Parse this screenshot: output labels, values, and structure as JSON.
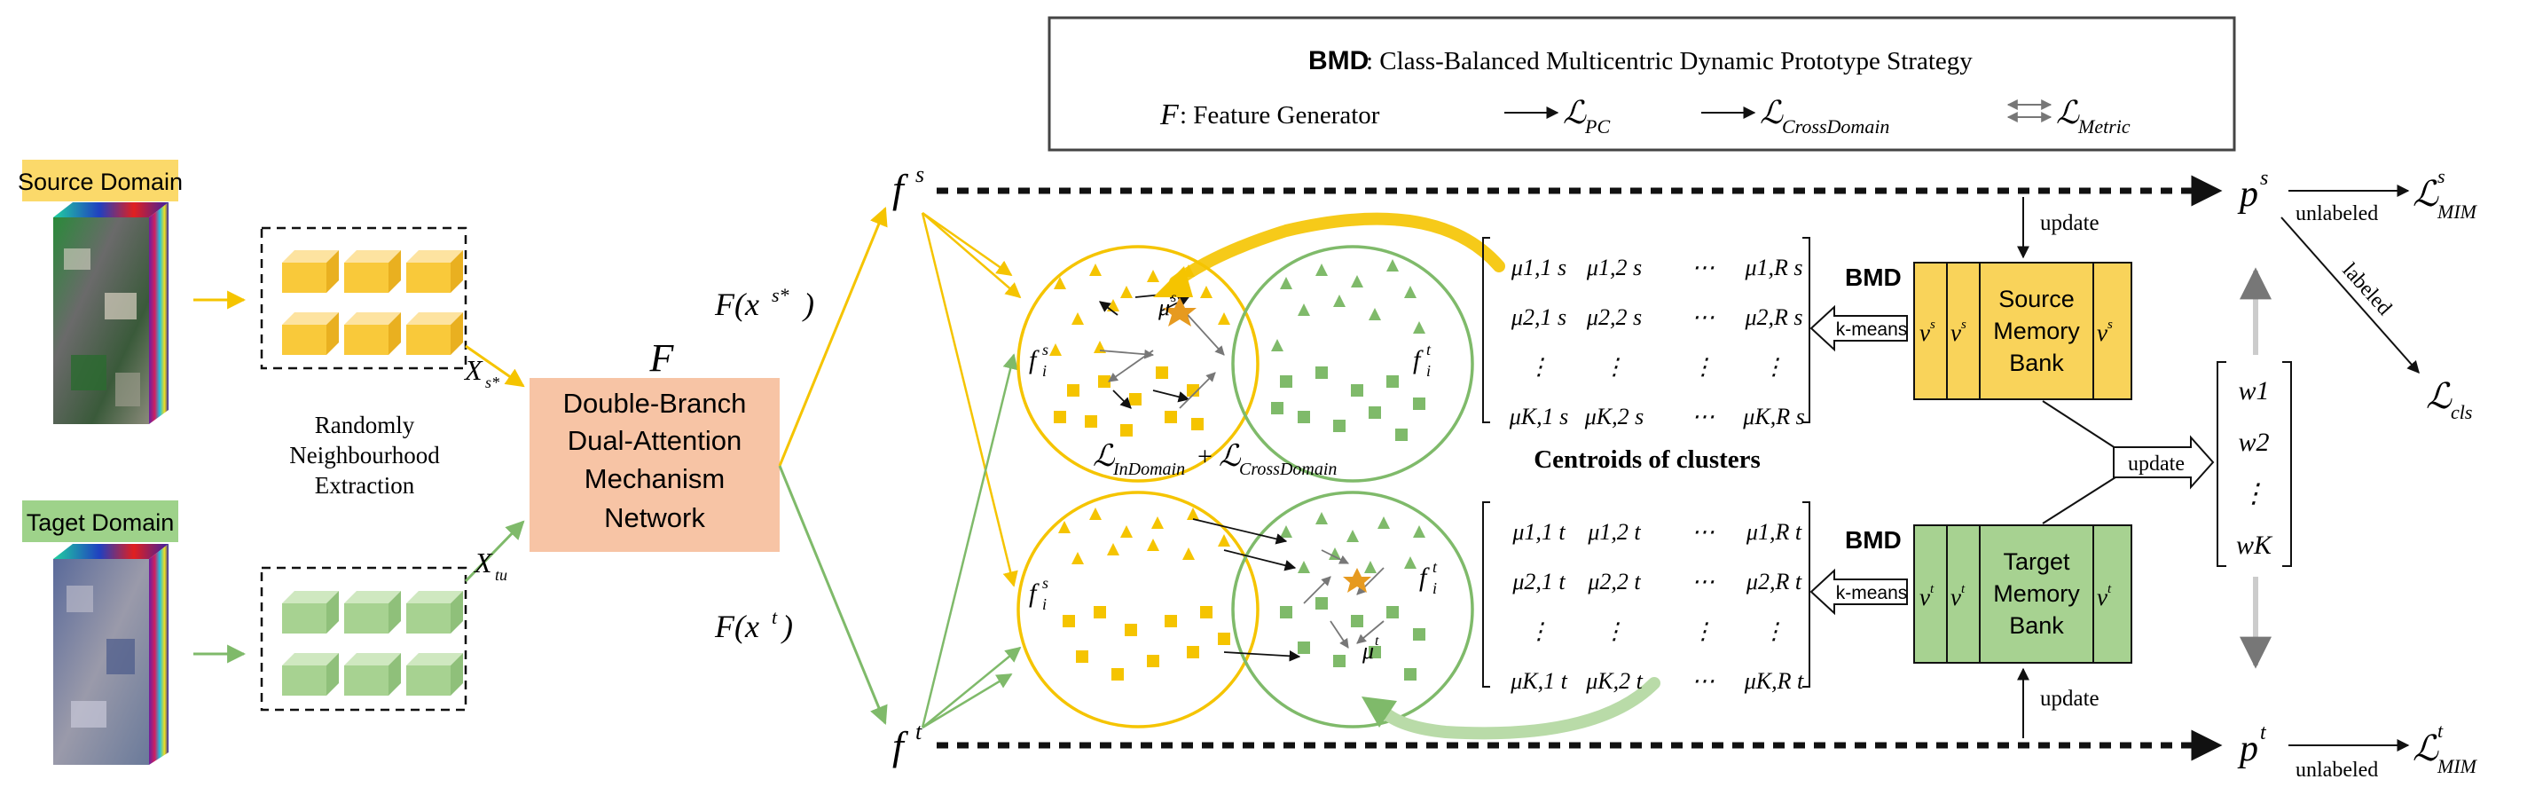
{
  "legend": {
    "bmd_key": "BMD",
    "bmd_desc": ": Class-Balanced Multicentric Dynamic Prototype Strategy",
    "feature_generator": "F",
    "feature_generator_desc": ": Feature Generator",
    "loss_pc": "ℒ",
    "loss_pc_sub": "PC",
    "loss_crossdomain": "ℒ",
    "loss_crossdomain_sub": "CrossDomain",
    "loss_metric": "ℒ",
    "loss_metric_sub": "Metric"
  },
  "inputs": {
    "source_label": "Source Domain",
    "target_label": "Taget Domain",
    "xs_label": "X",
    "xs_sub": "s*",
    "xt_label": "X",
    "xt_sub": "tu",
    "extraction_line1": "Randomly",
    "extraction_line2": "Neighbourhood",
    "extraction_line3": "Extraction"
  },
  "network": {
    "name": "F",
    "line1": "Double-Branch",
    "line2": "Dual-Attention",
    "line3": "Mechanism",
    "line4": "Network"
  },
  "features": {
    "fxs": "F(x",
    "fxs_sup": "s*",
    "fxs_close": ")",
    "fxt": "F(x",
    "fxt_sup": "t",
    "fxt_close": ")",
    "fs": "f",
    "fs_sup": "s",
    "ft": "f",
    "ft_sup": "t"
  },
  "clusters": {
    "top_left_label": "f",
    "top_right_label": "f",
    "bottom_left_label": "f",
    "bottom_right_label": "f",
    "sub_i": "i",
    "sup_s": "s",
    "sup_t": "t",
    "mu_top": "μ",
    "mu_bottom": "μ",
    "in_loss": "ℒ",
    "in_loss_sub": "InDomain",
    "plus": "+",
    "cross_loss": "ℒ",
    "cross_loss_sub": "CrossDomain"
  },
  "centroids": {
    "title": "Centroids of clusters",
    "source_rows": [
      [
        "μ1,1 s",
        "μ1,2 s",
        "⋯",
        "μ1,R s"
      ],
      [
        "μ2,1 s",
        "μ2,2 s",
        "⋯",
        "μ2,R s"
      ],
      [
        "⋮",
        "⋮",
        "⋮",
        "⋮"
      ],
      [
        "μK,1 s",
        "μK,2 s",
        "⋯",
        "μK,R s"
      ]
    ],
    "target_rows": [
      [
        "μ1,1 t",
        "μ1,2 t",
        "⋯",
        "μ1,R t"
      ],
      [
        "μ2,1 t",
        "μ2,2 t",
        "⋯",
        "μ2,R t"
      ],
      [
        "⋮",
        "⋮",
        "⋮",
        "⋮"
      ],
      [
        "μK,1 t",
        "μK,2 t",
        "⋯",
        "μK,R t"
      ]
    ]
  },
  "memory": {
    "bmd_top": "BMD",
    "bmd_bottom": "BMD",
    "kmeans_top": "k-means",
    "kmeans_bottom": "k-means",
    "source_bank_line1": "Source",
    "source_bank_line2": "Memory",
    "source_bank_line3": "Bank",
    "target_bank_line1": "Target",
    "target_bank_line2": "Memory",
    "target_bank_line3": "Bank",
    "update_top": "update",
    "update_bottom": "update",
    "update_mid": "update"
  },
  "outputs": {
    "ps": "p",
    "ps_sup": "s",
    "pt": "p",
    "pt_sup": "t",
    "unlabeled_top": "unlabeled",
    "unlabeled_bottom": "unlabeled",
    "labeled": "labeled",
    "mim_s": "ℒ",
    "mim_s_sub": "MIM",
    "mim_s_sup": "s",
    "mim_t": "ℒ",
    "mim_t_sub": "MIM",
    "mim_t_sup": "t",
    "cls": "ℒ",
    "cls_sub": "cls",
    "w_items": [
      "w1",
      "w2",
      "⋮",
      "wK"
    ]
  },
  "colors": {
    "yellow": "#f5c400",
    "yellow_fill": "#f9d35a",
    "green": "#7fba6a",
    "green_fill": "#a7d291",
    "orange_box": "#f7c4a5",
    "source_label_bg": "#fbd96a",
    "target_label_bg": "#9ed28a"
  }
}
